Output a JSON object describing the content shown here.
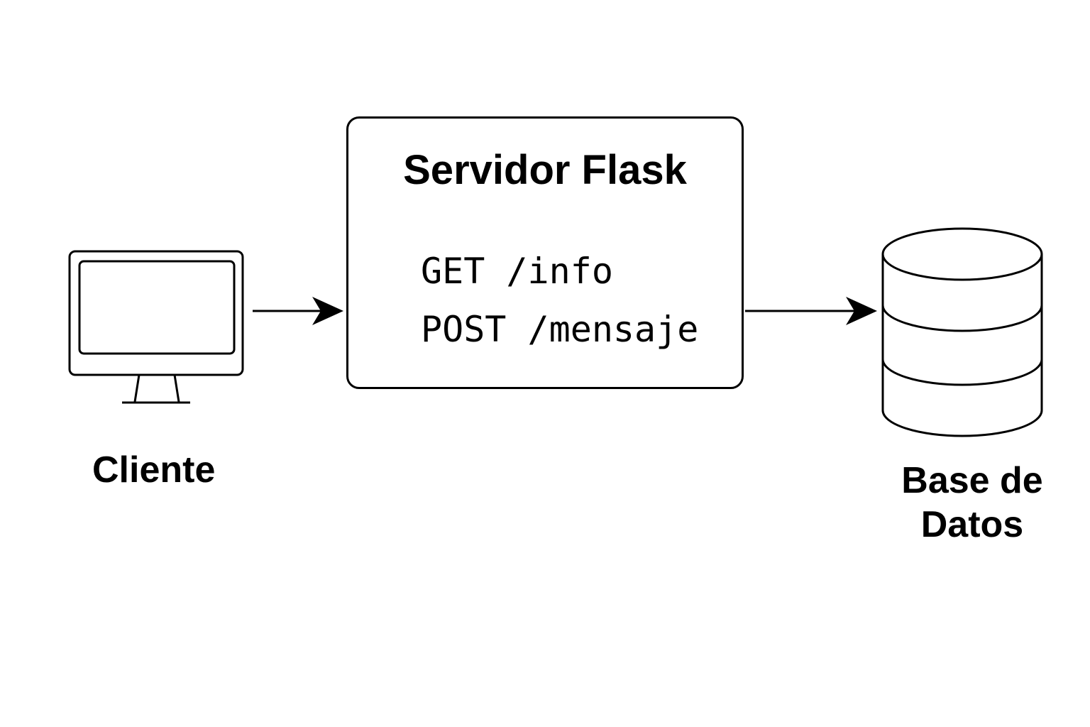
{
  "client": {
    "label": "Cliente",
    "icon": "monitor-icon"
  },
  "server": {
    "title": "Servidor Flask",
    "routes": [
      {
        "method": "GET",
        "path": "/info",
        "text": "GET /info"
      },
      {
        "method": "POST",
        "path": "/mensaje",
        "text": "POST /mensaje"
      }
    ]
  },
  "database": {
    "label": "Base de Datos",
    "icon": "database-icon"
  },
  "connections": [
    {
      "from": "client",
      "to": "server"
    },
    {
      "from": "server",
      "to": "database"
    }
  ],
  "colors": {
    "stroke": "#000000",
    "background": "#ffffff"
  }
}
